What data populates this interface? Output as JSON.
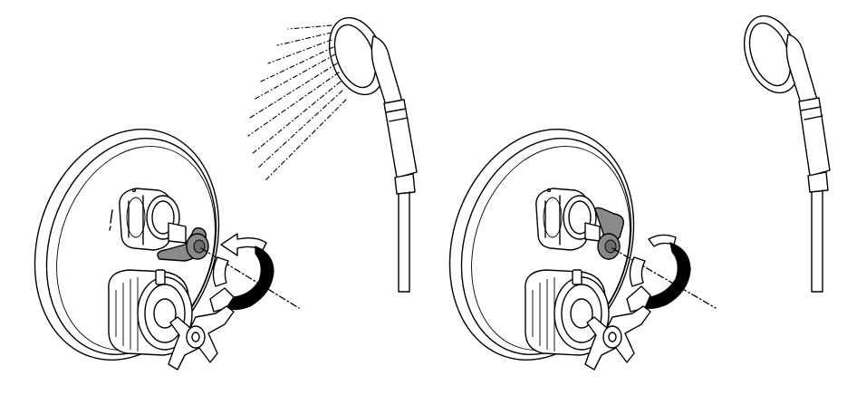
{
  "figure": {
    "panels": [
      {
        "id": "left",
        "handshower_state": "spraying",
        "rotation_direction": "clockwise"
      },
      {
        "id": "right",
        "handshower_state": "off",
        "rotation_direction": "counter-clockwise"
      }
    ],
    "colors": {
      "line": "#000000",
      "background": "#ffffff",
      "highlighted_lever": "#8a8a8a",
      "rotation_arrow_fill": "#000000"
    }
  }
}
